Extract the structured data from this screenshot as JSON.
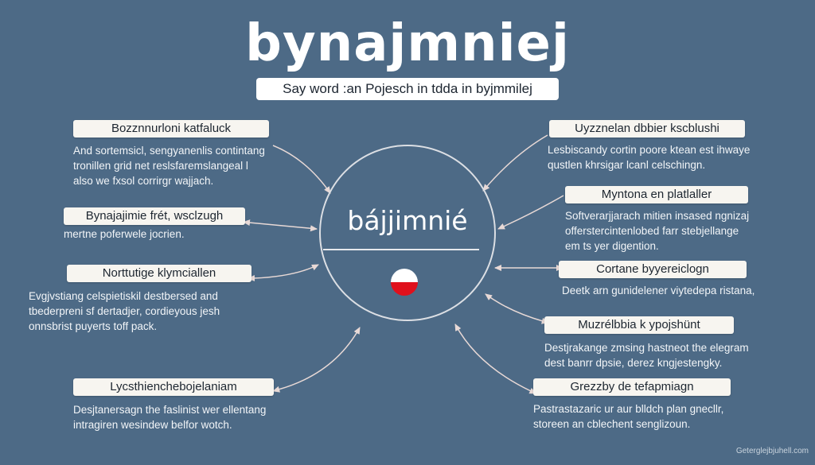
{
  "title": "bynajmniej",
  "subtitle": "Say word :an Pojesch in tdda in byjmmilej",
  "center": {
    "word": "bájjimnié",
    "flag_colors": [
      "#ffffff",
      "#e0101c"
    ]
  },
  "left_items": [
    {
      "label": "Bozznnurloni katfaluck",
      "desc": "And sortemsicl, sengyanenlis contintang\ntronillen grid net reslsfaremslangeal l\nalso we fxsol corrirgr wajjach."
    },
    {
      "label": "Bynajajimie frét, wsclzugh",
      "desc": "mertne poferwele jocrien."
    },
    {
      "label": "Norttutige klymciallen",
      "desc": "Evgjvstiang celspietiskil destbersed and\ntbederpreni sf dertadjer, cordieyous jesh\nonnsbrist puyerts toff pack."
    },
    {
      "label": "Lycsthienchebojelaniam",
      "desc": "Desjtanersagn the faslinist wer ellentang\nintragiren wesindew belfor wotch."
    }
  ],
  "right_items": [
    {
      "label": "Uyzznelan dbbier kscblushi",
      "desc": "Lesbiscandy cortin poore ktean est ihwaye\nqustlen khrsigar lcanl celschingn."
    },
    {
      "label": "Myntona en platlaller",
      "desc": "Softverarjjarach mitien insased ngnizaj\nofferstercintenlobed farr stebjellange\nem ts yer digention."
    },
    {
      "label": "Cortane byyereiclogn",
      "desc": "Deetk arn gunidelener viytedepa ristana,"
    },
    {
      "label": "Muzrélbbia k ypojshünt",
      "desc": "Destjrakange zmsing hastneot the elegram\ndest banrr dpsie, derez kngjestengky."
    },
    {
      "label": "Grezzby de tefapmiagn",
      "desc": "Pastrastazaric ur aur blldch plan gnecllr,\nstoreen an cblechent senglizoun."
    }
  ],
  "credit": "Geterglejbjuhell.com",
  "colors": {
    "background": "#4d6a86",
    "label_bg": "#f7f5f0",
    "arrow": "#e8d9d6"
  }
}
